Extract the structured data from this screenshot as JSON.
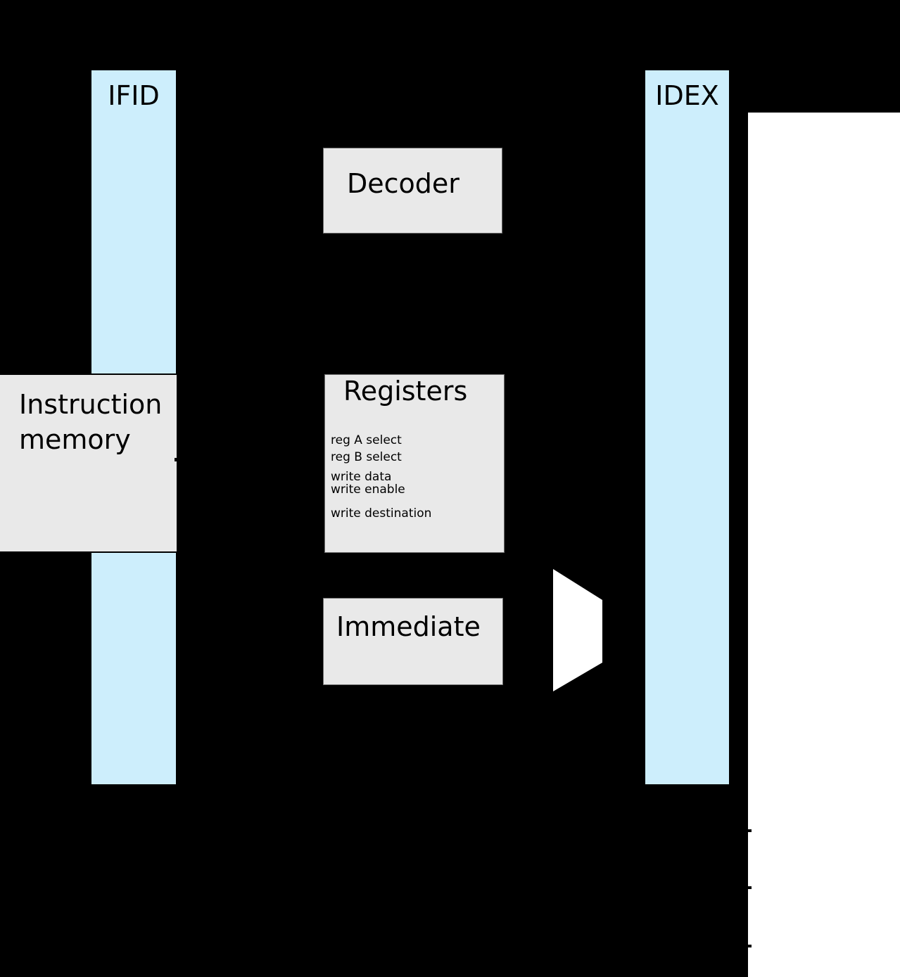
{
  "colors": {
    "background": "#000000",
    "pipeline_register_fill": "#cdeefc",
    "block_fill": "#e9e9e9",
    "next_stage_fill": "#ffffff",
    "text": "#000000"
  },
  "pipeline_registers": [
    {
      "label": "IFID"
    },
    {
      "label": "IDEX"
    }
  ],
  "blocks": {
    "instruction_memory": {
      "lines": [
        "Instruction",
        "memory"
      ]
    },
    "decoder": {
      "label": "Decoder"
    },
    "registers": {
      "title": "Registers",
      "ports": [
        "reg A select",
        "reg B select",
        "write data",
        "write enable",
        "write destination"
      ]
    },
    "immediate": {
      "label": "Immediate"
    }
  }
}
